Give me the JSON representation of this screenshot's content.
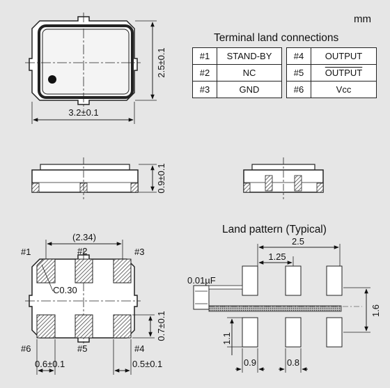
{
  "unit": "mm",
  "table": {
    "title": "Terminal land connections",
    "left": [
      {
        "num": "#1",
        "name": "STAND-BY"
      },
      {
        "num": "#2",
        "name": "NC"
      },
      {
        "num": "#3",
        "name": "GND"
      }
    ],
    "right": [
      {
        "num": "#4",
        "name": "OUTPUT"
      },
      {
        "num": "#5",
        "name": "OUTPUT",
        "overline": true
      },
      {
        "num": "#6",
        "name": "Vcc"
      }
    ]
  },
  "top_view": {
    "height_dim": "2.5±0.1",
    "width_dim": "3.2±0.1"
  },
  "side_view": {
    "thickness_dim": "0.9±0.1"
  },
  "bottom_view": {
    "pitch_dim": "(2.34)",
    "pins_top": [
      "#1",
      "#2",
      "#3"
    ],
    "pins_bottom": [
      "#6",
      "#5",
      "#4"
    ],
    "chamfer": "C0.30",
    "pad_height_dim": "0.7±0.1",
    "pad_width_dim": "0.6±0.1",
    "edge_dim": "0.5±0.1"
  },
  "land_pattern": {
    "title": "Land pattern (Typical)",
    "span_dim": "2.5",
    "pitch_dim": "1.25",
    "capacitor": "0.01µF",
    "height_dim": "1.6",
    "pad_length_dim": "1.1",
    "pad_width_dim": "0.9",
    "pad_gap_dim": "0.8"
  }
}
